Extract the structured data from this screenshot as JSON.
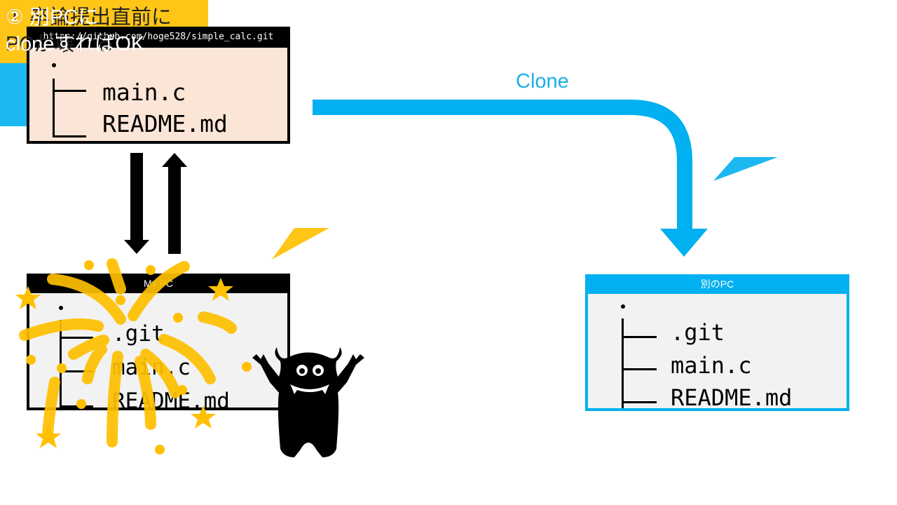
{
  "repo": {
    "title": "https://github.com/hoge528/simple_calc.git",
    "root": ".",
    "files": [
      "main.c",
      "README.md"
    ]
  },
  "my_pc": {
    "title": "My PC",
    "root": ".",
    "files": [
      ".git",
      "main.c",
      "README.md"
    ]
  },
  "other_pc": {
    "title": "別のPC",
    "root": ".",
    "files": [
      ".git",
      "main.c",
      "README.md"
    ]
  },
  "clone_arrow": {
    "label": "Clone"
  },
  "callouts": {
    "step1": {
      "line1": "① 卒論提出直前に",
      "line2": "PCが壊れる"
    },
    "step2": {
      "line1": "② 別PCに",
      "line2": "cloneすればOK"
    }
  },
  "colors": {
    "accent_blue": "#00b0f0",
    "callout_yellow": "#ffc517",
    "callout_blue": "#1cb8f2",
    "firework_yellow": "#ffc000",
    "repo_bg": "#fbe5d6",
    "pc_bg": "#f2f2f2"
  },
  "icons": [
    "push-pull-arrows-icon",
    "clone-arrow-icon",
    "firework-icon",
    "star-icon",
    "monster-icon"
  ]
}
